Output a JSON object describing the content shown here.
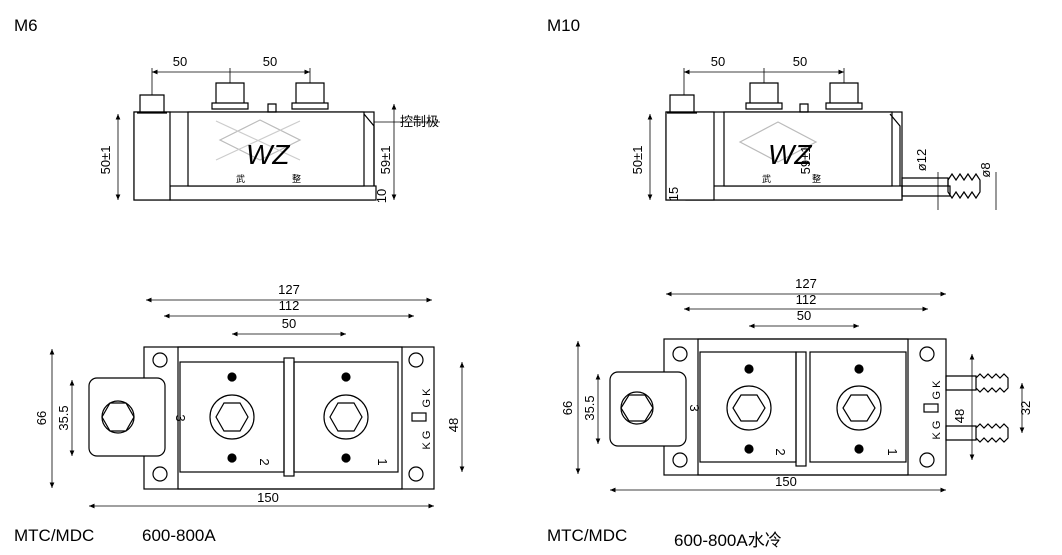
{
  "left_panel": {
    "title": "M6",
    "caption_model": "MTC/MDC",
    "caption_range": "600-800A",
    "side": {
      "dim_top_a": "50",
      "dim_top_b": "50",
      "dim_height": "50±1",
      "dim_total": "59±1",
      "dim_base": "10",
      "control_label": "控制极",
      "logo_text": "WZ",
      "logo_sub_a": "武",
      "logo_sub_b": "整"
    },
    "plan": {
      "dim_127": "127",
      "dim_112": "112",
      "dim_50": "50",
      "dim_66": "66",
      "dim_35_5": "35.5",
      "dim_48": "48",
      "dim_150": "150",
      "term_3": "3",
      "term_2": "2",
      "term_1": "1",
      "gate_top": "G K",
      "gate_bottom": "K G"
    }
  },
  "right_panel": {
    "title": "M10",
    "caption_model": "MTC/MDC",
    "caption_range": "600-800A水冷",
    "side": {
      "dim_top_a": "50",
      "dim_top_b": "50",
      "dim_height": "50±1",
      "dim_total": "59±1",
      "dim_base": "15",
      "dim_d12": "ø12",
      "dim_d8": "ø8",
      "logo_text": "WZ",
      "logo_sub_a": "武",
      "logo_sub_b": "整"
    },
    "plan": {
      "dim_127": "127",
      "dim_112": "112",
      "dim_50": "50",
      "dim_66": "66",
      "dim_35_5": "35.5",
      "dim_48": "48",
      "dim_32": "32",
      "dim_150": "150",
      "term_3": "3",
      "term_2": "2",
      "term_1": "1",
      "gate_top": "G K",
      "gate_bottom": "K G"
    }
  }
}
